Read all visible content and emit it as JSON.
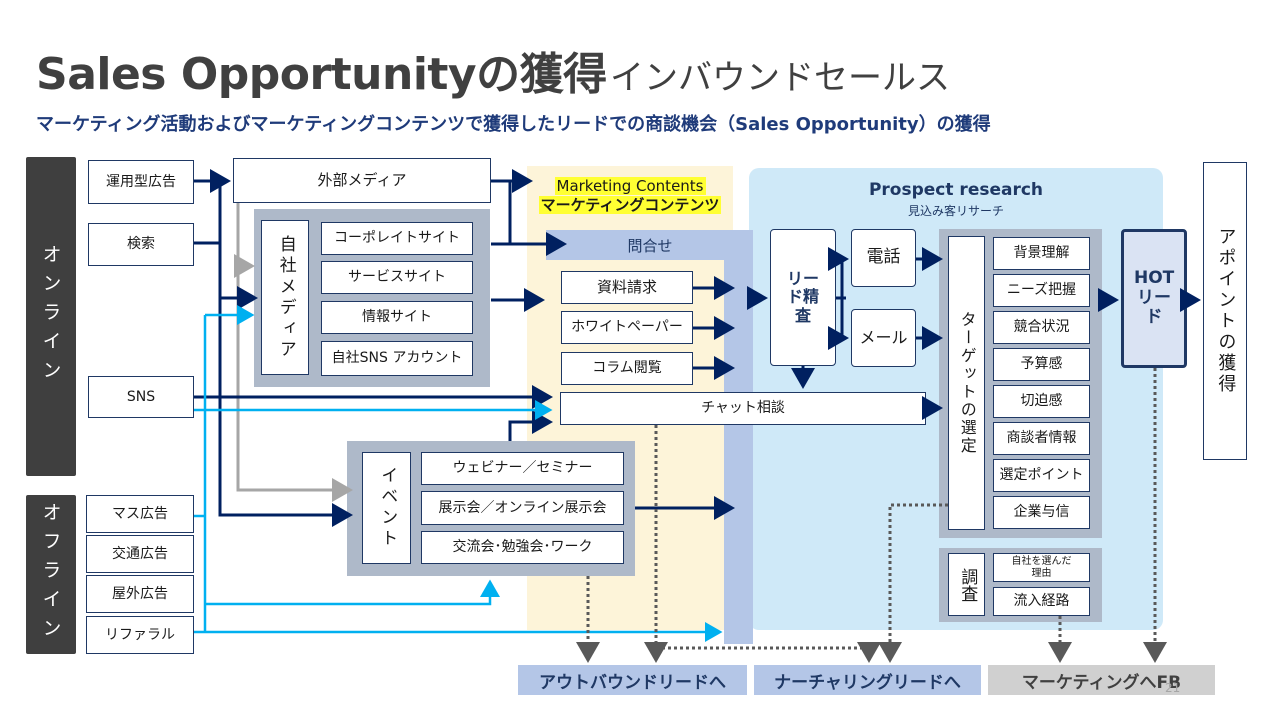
{
  "header": {
    "title": "Sales Opportunityの獲得",
    "title_sub": "インバウンドセールス",
    "subtitle": "マーケティング活動およびマーケティングコンテンツで獲得したリードでの商談機会（Sales Opportunity）の獲得"
  },
  "channels": {
    "online_label": "オンライン",
    "offline_label": "オフライン",
    "online_items": [
      "運用型広告",
      "検索",
      "SNS"
    ],
    "offline_items": [
      "マス広告",
      "交通広告",
      "屋外広告",
      "リファラル"
    ]
  },
  "media": {
    "external": "外部メディア",
    "own_label": "自社メディア",
    "own_items": [
      "コーポレイトサイト",
      "サービスサイト",
      "情報サイト",
      "自社SNS アカウント"
    ],
    "event_label": "イベント",
    "event_items": [
      "ウェビナー／セミナー",
      "展示会／オンライン展示会",
      "交流会･勉強会･ワーク"
    ]
  },
  "marketing_contents": {
    "title_en": "Marketing Contents",
    "title_ja": "マーケティングコンテンツ",
    "inquiry": "問合せ",
    "items": [
      "資料請求",
      "ホワイトペーパー",
      "コラム閲覧"
    ],
    "chat": "チャット相談"
  },
  "prospect": {
    "title": "Prospect research",
    "subtitle": "見込み客リサーチ",
    "lead_review": "リード精査",
    "phone": "電話",
    "mail": "メール",
    "target_label": "ターゲットの選定",
    "target_items": [
      "背景理解",
      "ニーズ把握",
      "競合状況",
      "予算感",
      "切迫感",
      "商談者情報",
      "選定ポイント",
      "企業与信"
    ],
    "survey_label": "調査",
    "survey_items": [
      "自社を選んだ理由",
      "流入経路"
    ]
  },
  "hot_lead": "HOTリード",
  "appointment": "アポイントの獲得",
  "outcomes": [
    "アウトバウンドリードへ",
    "ナーチャリングリードへ",
    "マーケティングへFB"
  ],
  "page_number": "21",
  "colors": {
    "navy": "#1f3864",
    "arrow_navy": "#002060",
    "arrow_cyan": "#00b0f0",
    "arrow_gray": "#a6a6a6",
    "dark_bar": "#3f3f3f",
    "group_bg": "#aeb9c9",
    "yellow_bg": "#fdf4d9",
    "blue_bg": "#cfe9f8"
  }
}
